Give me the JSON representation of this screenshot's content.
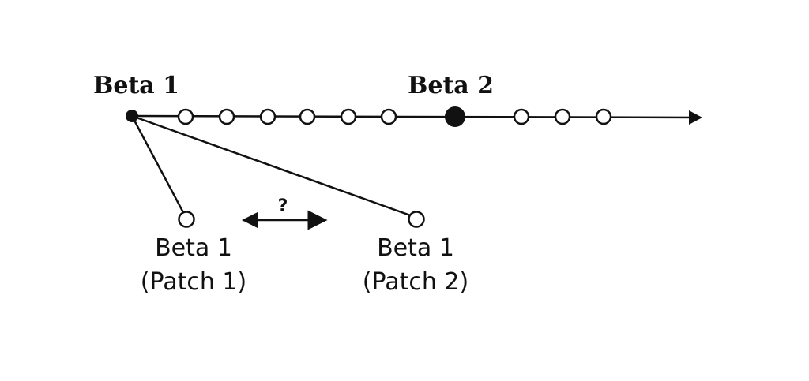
{
  "labels": {
    "beta1": "Beta 1",
    "beta2": "Beta 2",
    "patch1_line1": "Beta 1",
    "patch1_line2": "(Patch 1)",
    "patch2_line1": "Beta 1",
    "patch2_line2": "(Patch 2)",
    "question": "?"
  },
  "colors": {
    "ink": "#111111",
    "background": "#ffffff"
  }
}
